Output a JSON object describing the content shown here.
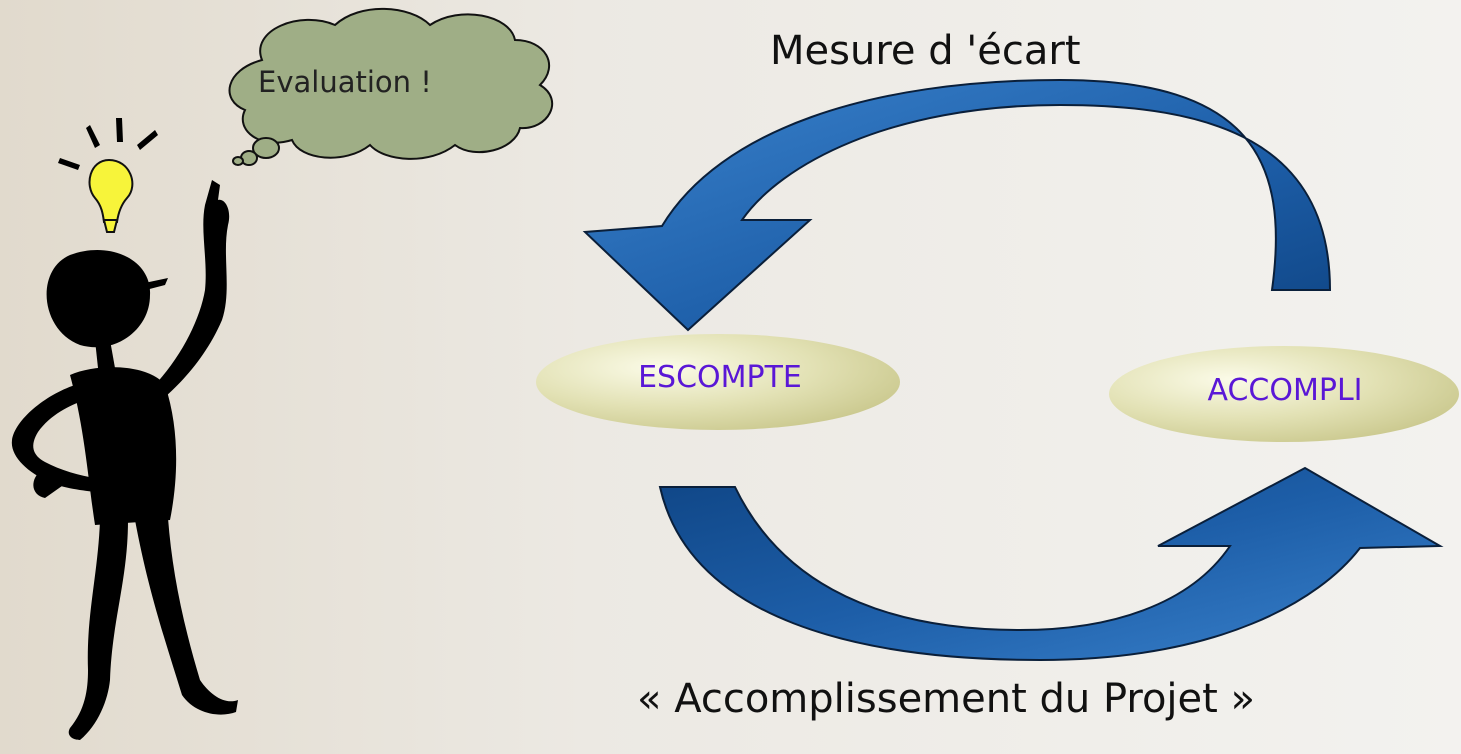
{
  "diagram": {
    "top_label": "Mesure d 'écart",
    "bottom_label": "« Accomplissement du Projet »",
    "thought_bubble": "Evaluation !",
    "left_node": "ESCOMPTE",
    "right_node": "ACCOMPLI"
  },
  "colors": {
    "arrow_fill": "#2a6fb8",
    "arrow_dark": "#0d4a8a",
    "arrow_outline": "#0a1f3a",
    "ellipse_fill": "#d9d8a2",
    "ellipse_highlight": "#f6f6de",
    "node_text": "#5a17d6",
    "bubble_fill": "#9fae86",
    "bulb_fill": "#f7f43a",
    "figure_fill": "#000000"
  }
}
